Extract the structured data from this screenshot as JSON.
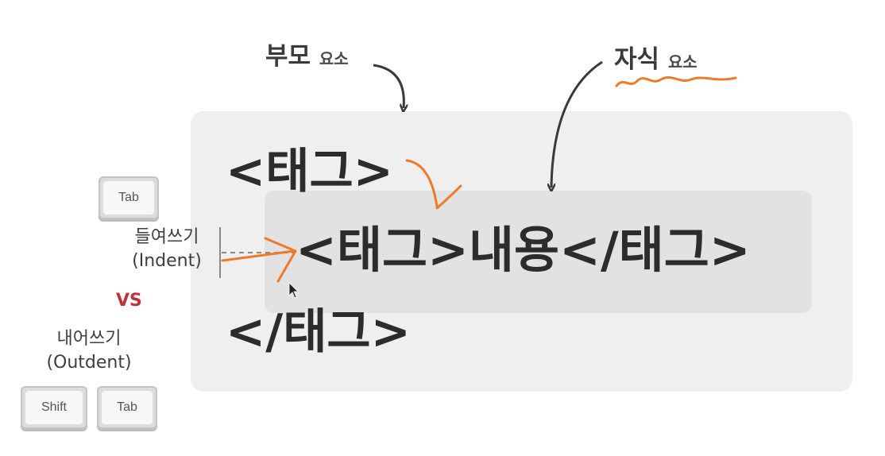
{
  "labels": {
    "parent_main": "부모",
    "parent_sub": "요소",
    "child_main": "자식",
    "child_sub": "요소"
  },
  "code": {
    "open_tag": "<태그>",
    "inner_line": "<태그>내용</태그>",
    "close_tag": "</태그>"
  },
  "keys": {
    "tab": "Tab",
    "shift": "Shift"
  },
  "indent": {
    "line1": "들여쓰기",
    "line2": "(Indent)"
  },
  "vs": "VS",
  "outdent": {
    "line1": "내어쓰기",
    "line2": "(Outdent)"
  },
  "colors": {
    "annotation_orange": "#ee7a2a",
    "arrow_dark": "#3a3a3a",
    "vs_red": "#c0333a",
    "outer_panel": "#efefef",
    "inner_panel": "#e2e2e2"
  },
  "icons": [
    "curved-arrow-icon",
    "orange-check-arrow-icon",
    "squiggle-underline-icon",
    "mouse-cursor-icon"
  ]
}
